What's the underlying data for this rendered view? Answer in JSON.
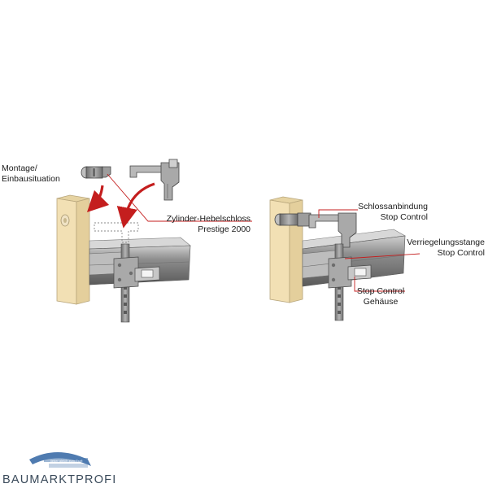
{
  "labels": {
    "montage_line1": "Montage/",
    "montage_line2": "Einbausituation",
    "lock_line1": "Zylinder-Hebelschloss",
    "lock_line2": "Prestige 2000",
    "schloss_line1": "Schlossanbindung",
    "schloss_line2": "Stop Control",
    "verriegelung_line1": "Verriegelungsstange",
    "verriegelung_line2": "Stop Control",
    "gehaeuse_line1": "Stop Control",
    "gehaeuse_line2": "Gehäuse"
  },
  "logo": {
    "brand": "BAUMARKTPROFI",
    "watermark_text": "lieber gleich zum Profi"
  },
  "colors": {
    "wood": "#f2e0b4",
    "wood_edge": "#b8a67c",
    "rail": "#8c8c8c",
    "rail_dark": "#5c5c5c",
    "metal": "#9a9a9a",
    "arrow": "#c41e1e",
    "leader": "#c41e1e",
    "logo_blue": "#4f7bb0"
  }
}
